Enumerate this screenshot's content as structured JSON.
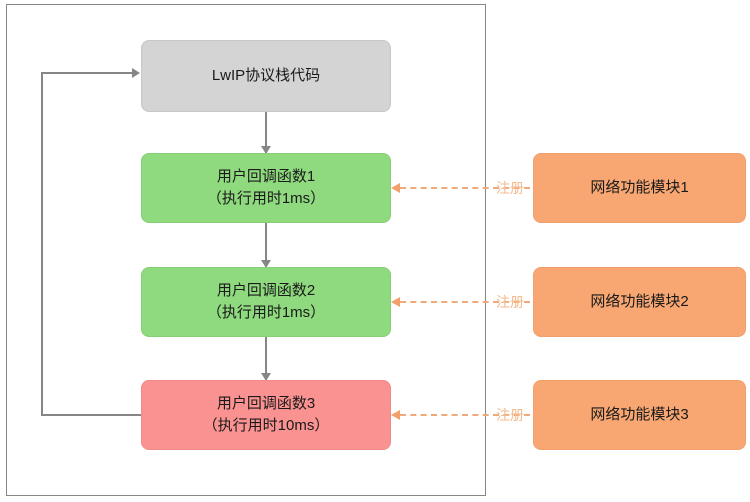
{
  "diagram": {
    "container_label": "",
    "stack_node": {
      "title": "LwIP协议栈代码"
    },
    "callbacks": [
      {
        "title": "用户回调函数1",
        "detail": "（执行用时1ms）",
        "color": "#8fda7f",
        "status": "normal"
      },
      {
        "title": "用户回调函数2",
        "detail": "（执行用时1ms）",
        "color": "#8fda7f",
        "status": "normal"
      },
      {
        "title": "用户回调函数3",
        "detail": "（执行用时10ms）",
        "color": "#fb9292",
        "status": "slow"
      }
    ],
    "modules": [
      {
        "title": "网络功能模块1",
        "color": "#f8a772"
      },
      {
        "title": "网络功能模块2",
        "color": "#f8a772"
      },
      {
        "title": "网络功能模块3",
        "color": "#f8a772"
      }
    ],
    "register_labels": [
      "注册",
      "注册",
      "注册"
    ],
    "colors": {
      "stack_fill": "#d4d4d4",
      "callback_ok_fill": "#8fda7f",
      "callback_slow_fill": "#fb9292",
      "module_fill": "#f8a772",
      "flow_arrow": "#868686",
      "register_arrow": "#f1a97a",
      "register_text": "#f5b98e",
      "frame_border": "#868686"
    }
  }
}
